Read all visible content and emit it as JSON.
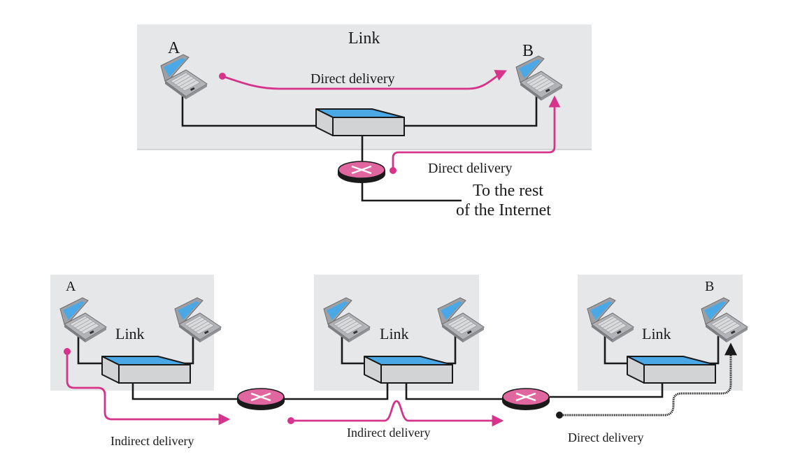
{
  "colors": {
    "link_region": "#e6e7e8",
    "wire": "#1a1a1a",
    "direct_path": "#d6338a",
    "router_fill": "#e066a0",
    "switch_top": "#4aa8e6",
    "switch_body": "#d2d3d5",
    "laptop_screen": "#4aa8e6",
    "laptop_body": "#a7a9ac"
  },
  "top_diagram": {
    "link_label": "Link",
    "host_a_label": "A",
    "host_b_label": "B",
    "direct_delivery_label_1": "Direct delivery",
    "direct_delivery_label_2": "Direct delivery",
    "internet_label_line1": "To the rest",
    "internet_label_line2": "of the Internet"
  },
  "bottom_diagram": {
    "links": [
      {
        "label": "Link",
        "host_label": "A"
      },
      {
        "label": "Link",
        "host_label": ""
      },
      {
        "label": "Link",
        "host_label": "B"
      }
    ],
    "delivery_labels": [
      "Indirect delivery",
      "Indirect delivery",
      "Direct delivery"
    ]
  }
}
